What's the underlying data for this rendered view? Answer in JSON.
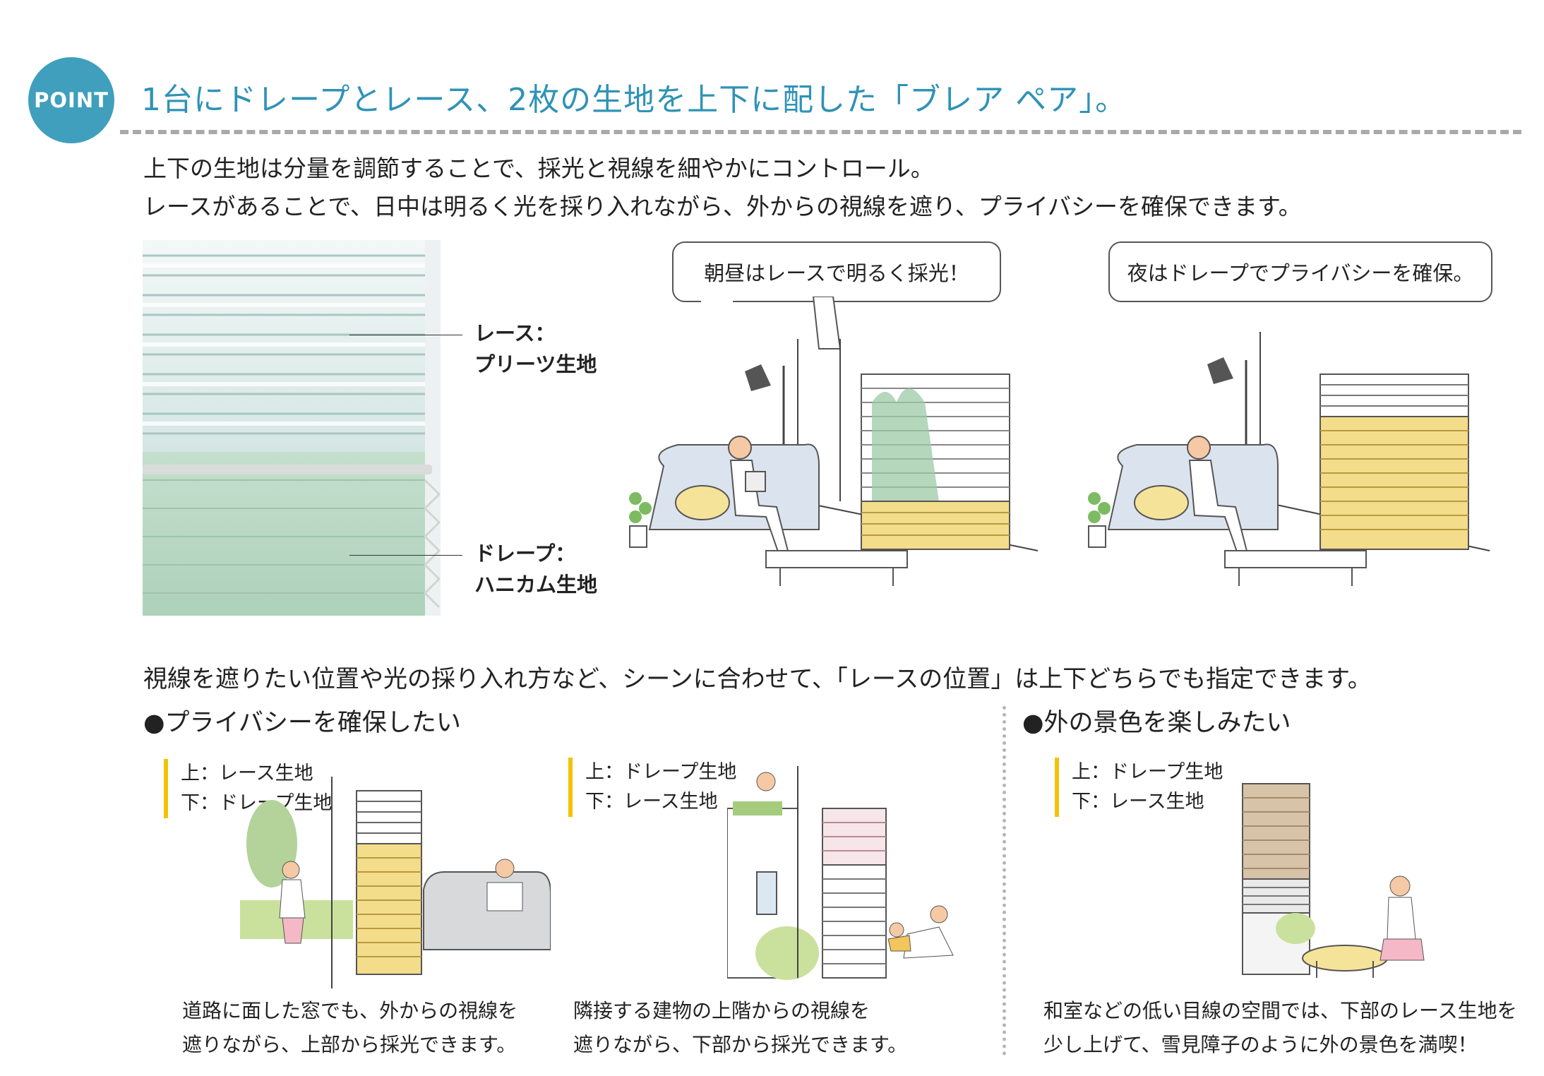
{
  "header": {
    "badge": "POINT",
    "headline": "1台にドレープとレース、2枚の生地を上下に配した「ブレア ペア」。"
  },
  "intro": {
    "line1": "上下の生地は分量を調節することで、採光と視線を細やかにコントロール。",
    "line2": "レースがあることで、日中は明るく光を採り入れながら、外からの視線を遮り、プライバシーを確保できます。"
  },
  "photo_labels": {
    "lace_line1": "レース：",
    "lace_line2": "プリーツ生地",
    "drape_line1": "ドレープ：",
    "drape_line2": "ハニカム生地"
  },
  "bubbles": {
    "day": "朝昼はレースで明るく採光！",
    "night": "夜はドレープでプライバシーを確保。"
  },
  "scenes": {
    "lead": "視線を遮りたい位置や光の採り入れ方など、シーンに合わせて、「レースの位置」は上下どちらでも指定できます。",
    "privacy_heading": "●プライバシーを確保したい",
    "view_heading": "●外の景色を楽しみたい",
    "example1": {
      "top": "上：レース生地",
      "bottom": "下：ドレープ生地",
      "caption1": "道路に面した窓でも、外からの視線を",
      "caption2": "遮りながら、上部から採光できます。"
    },
    "example2": {
      "top": "上：ドレープ生地",
      "bottom": "下：レース生地",
      "caption1": "隣接する建物の上階からの視線を",
      "caption2": "遮りながら、下部から採光できます。"
    },
    "example3": {
      "top": "上：ドレープ生地",
      "bottom": "下：レース生地",
      "caption1": "和室などの低い目線の空間では、下部のレース生地を",
      "caption2": "少し上げて、雪見障子のように外の景色を満喫！"
    }
  },
  "colors": {
    "accent": "#3f9fbd",
    "headline": "#2f93b6",
    "tag_bar": "#f2c300",
    "drape_yellow": "#f3dc8a",
    "lace_green": "#bfdccc",
    "sofa": "#dbe3ee"
  }
}
